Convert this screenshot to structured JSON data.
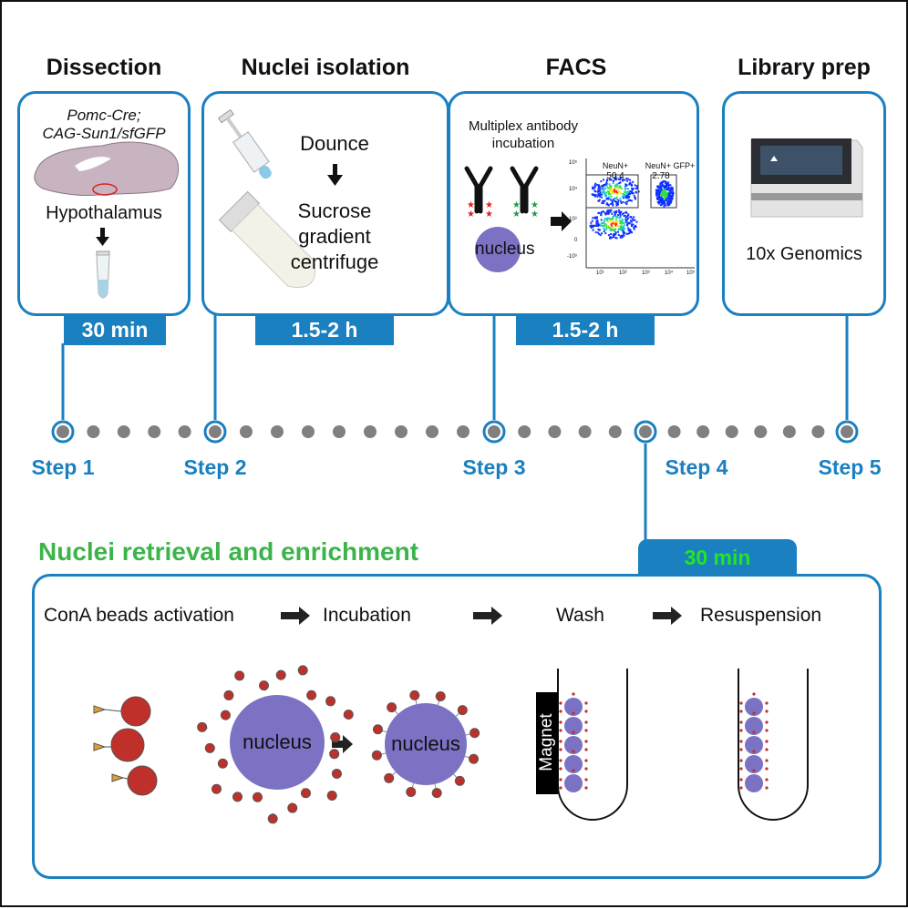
{
  "colors": {
    "accent": "#1a80c0",
    "green": "#3cb44a",
    "bright_green": "#22e622",
    "dot": "#808080",
    "nucleus": "#7b72c4",
    "bead": "#c0302a"
  },
  "stages": [
    {
      "title": "Dissection",
      "time": "30 min",
      "genotype_line1": "Pomc-Cre;",
      "genotype_line2": "CAG-Sun1/sfGFP",
      "region": "Hypothalamus"
    },
    {
      "title": "Nuclei isolation",
      "time": "1.5-2 h",
      "step_a": "Dounce",
      "step_b_line1": "Sucrose",
      "step_b_line2": "gradient",
      "step_b_line3": "centrifuge"
    },
    {
      "title": "FACS",
      "time": "1.5-2 h",
      "label_line1": "Multiplex antibody",
      "label_line2": "incubation",
      "nucleus": "nucleus",
      "gate1_name": "NeuN+",
      "gate1_value": "50.4",
      "gate2_name": "NeuN+ GFP+",
      "gate2_value": "2.78",
      "x_ticks": [
        "10¹",
        "10²",
        "10³",
        "10⁴",
        "10⁵"
      ],
      "y_ticks": [
        "10⁵",
        "10⁴",
        "10³",
        "0",
        "-10³"
      ]
    },
    {
      "title": "Library prep",
      "instrument": "10x Genomics"
    }
  ],
  "timeline": {
    "steps": [
      "Step 1",
      "Step 2",
      "Step 3",
      "Step 4",
      "Step 5"
    ]
  },
  "enrichment": {
    "title": "Nuclei retrieval and enrichment",
    "time": "30 min",
    "phases": [
      "ConA beads activation",
      "Incubation",
      "Wash",
      "Resuspension"
    ],
    "nucleus_label": "nucleus",
    "magnet": "Magnet"
  }
}
